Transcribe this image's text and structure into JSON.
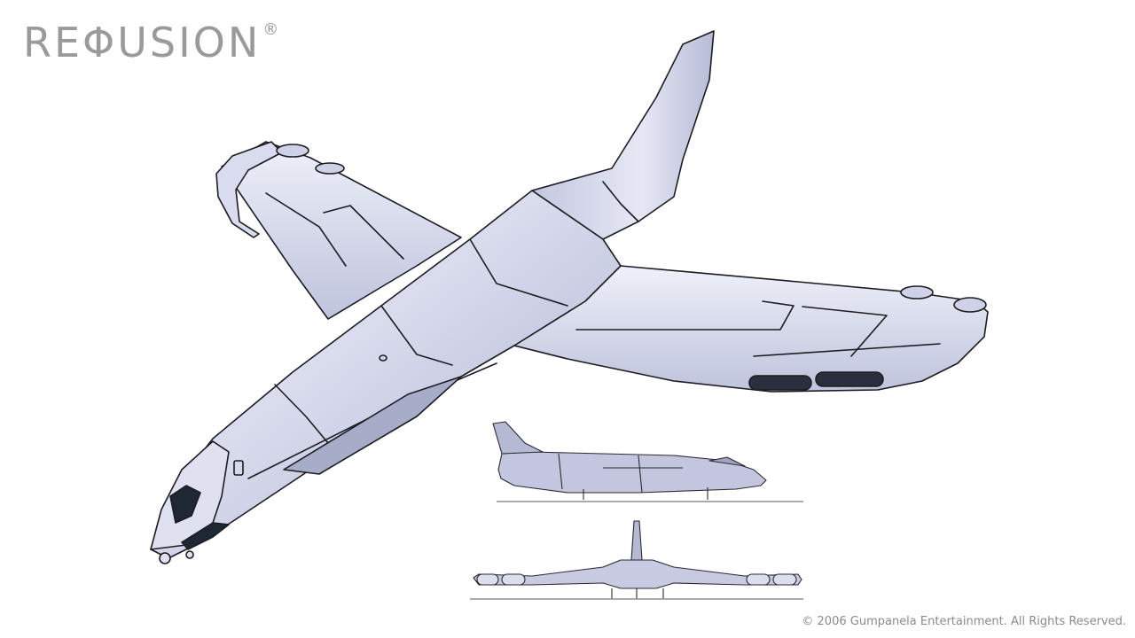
{
  "branding": {
    "logo_text": "REΦUSION",
    "registered_mark": "®"
  },
  "footer": {
    "copyright": "© 2006 Gumpanela Entertainment. All Rights Reserved."
  },
  "colors": {
    "background": "#ffffff",
    "logo": "#9a9a9a",
    "hull_light": "#eceef8",
    "hull_mid": "#c9cde3",
    "hull_dark": "#9ea3c4",
    "ink": "#1c1c22",
    "canopy": "#1f2733",
    "ground_line": "#9a9a9a",
    "copyright": "#8a8a8a"
  },
  "artwork": {
    "subject": "aircraft-concept-sketch",
    "views": [
      "perspective-view",
      "side-view",
      "front-view"
    ]
  }
}
